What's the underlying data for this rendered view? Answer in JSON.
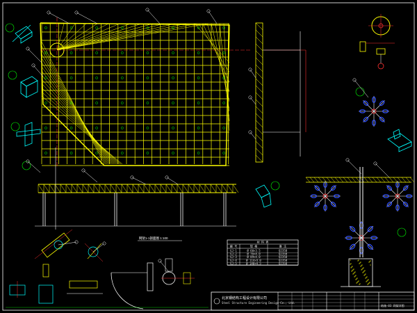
{
  "title_block": {
    "company_cn": "北京钢结构工程设计有限公司",
    "company_en": "Steel Structure Engineering Design Co., Ltd.",
    "drawing_no": "结施-03 网架详图"
  },
  "schedule": {
    "title": "材 料 表",
    "headers": [
      "编 号",
      "规 格",
      "备 注"
    ],
    "rows": [
      [
        "GJ-1",
        "Ø 60×3.5",
        "Q235B"
      ],
      [
        "GJ-2",
        "Ø 76×4.0",
        "Q235B"
      ],
      [
        "GJ-3",
        "Ø 89×4.0",
        "Q235B"
      ],
      [
        "GJ-4",
        "Ø 114×4.0",
        "Q235B"
      ],
      [
        "GJ-5",
        "Ø 140×4.5",
        "Q235B"
      ]
    ]
  },
  "captions": {
    "section": "网架1-1剖面图 1:100"
  },
  "colors": {
    "background": "#000000",
    "grid": "#ffff00",
    "annotation": "#ffffff",
    "callout": "#00ff00",
    "axis": "#ff3030",
    "detail_cyan": "#00ffff",
    "detail_blue": "#3050ff",
    "frame": "#ffffff"
  }
}
